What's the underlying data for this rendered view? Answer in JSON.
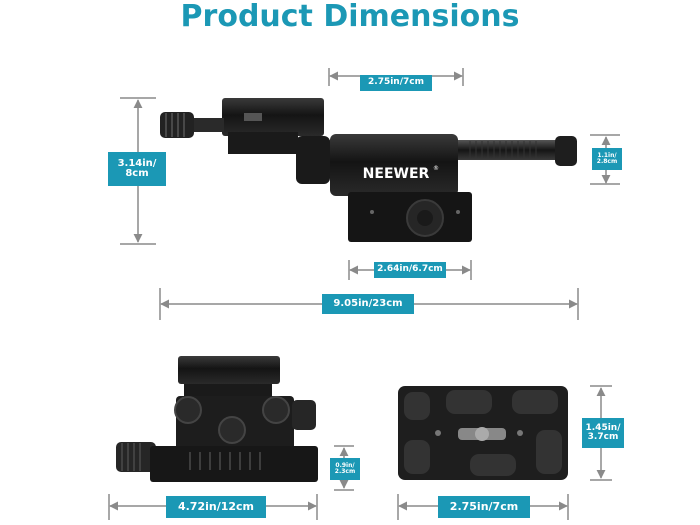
{
  "title": "Product Dimensions",
  "brand": "NEEWER",
  "brand_mark": "®",
  "dimensions": {
    "top_width": "2.75in/7cm",
    "height_side": "3.14in/\n8cm",
    "rail_diameter": "1.1in/\n2.8cm",
    "base_width": "2.64in/6.7cm",
    "total_length": "9.05in/23cm",
    "front_width": "4.72in/12cm",
    "front_height": "0.9in/\n2.3cm",
    "plate_width": "2.75in/7cm",
    "plate_height": "1.45in/\n3.7cm"
  },
  "colors": {
    "accent": "#1b98b5",
    "product": "#1c1c1c",
    "dimension_line": "#8a8a8a"
  }
}
